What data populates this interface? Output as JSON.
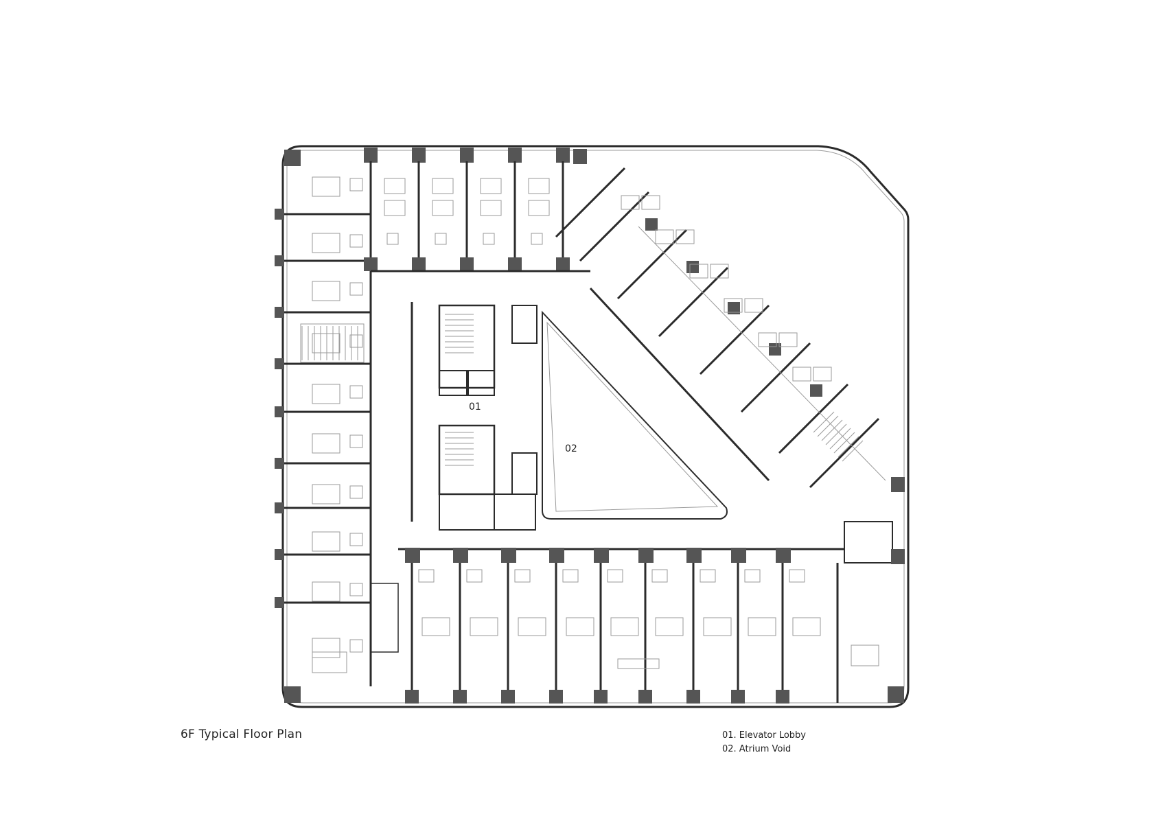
{
  "plan": {
    "title": "6F Typical Floor Plan",
    "room_tags": {
      "lobby": "01",
      "atrium": "02"
    }
  },
  "legend": {
    "items": [
      {
        "label": "01. Elevator Lobby"
      },
      {
        "label": "02. Atrium Void"
      }
    ]
  },
  "colors": {
    "wall": "#2b2b2b",
    "column": "#555555",
    "line": "#9a9a9a",
    "background": "#ffffff"
  }
}
